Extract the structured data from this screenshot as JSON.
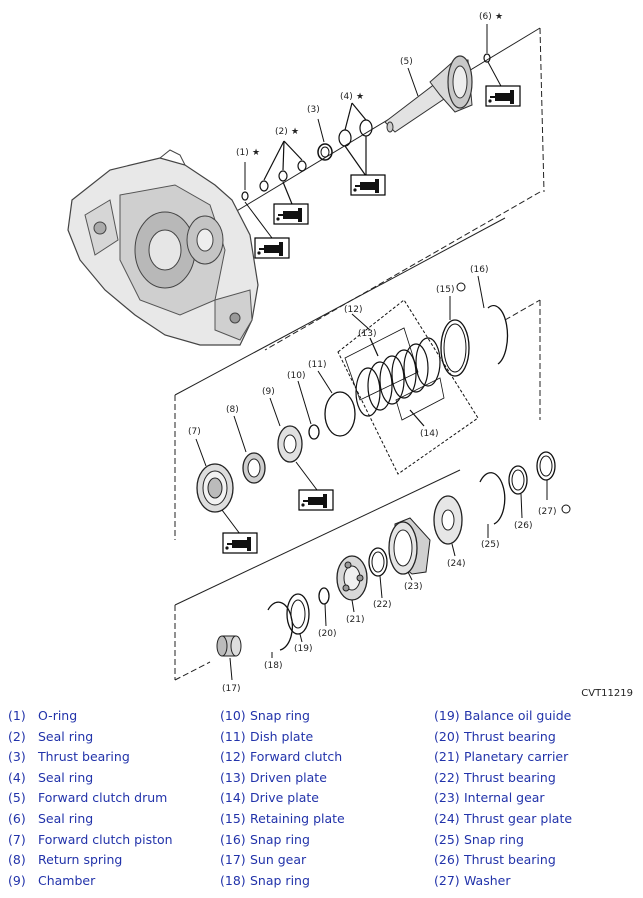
{
  "diagram": {
    "code": "CVT11219",
    "callouts": {
      "c1": "(1)",
      "c2": "(2)",
      "c3": "(3)",
      "c4": "(4)",
      "c5": "(5)",
      "c6": "(6)",
      "c7": "(7)",
      "c8": "(8)",
      "c9": "(9)",
      "c10": "(10)",
      "c11": "(11)",
      "c12": "(12)",
      "c13": "(13)",
      "c14": "(14)",
      "c15": "(15)",
      "c16": "(16)",
      "c17": "(17)",
      "c18": "(18)",
      "c19": "(19)",
      "c20": "(20)",
      "c21": "(21)",
      "c22": "(22)",
      "c23": "(23)",
      "c24": "(24)",
      "c25": "(25)",
      "c26": "(26)",
      "c27": "(27)"
    },
    "star": "★"
  },
  "legend": [
    {
      "num": "(1)",
      "label": "O-ring"
    },
    {
      "num": "(2)",
      "label": "Seal ring"
    },
    {
      "num": "(3)",
      "label": "Thrust bearing"
    },
    {
      "num": "(4)",
      "label": "Seal ring"
    },
    {
      "num": "(5)",
      "label": "Forward clutch drum"
    },
    {
      "num": "(6)",
      "label": "Seal ring"
    },
    {
      "num": "(7)",
      "label": "Forward clutch piston"
    },
    {
      "num": "(8)",
      "label": "Return spring"
    },
    {
      "num": "(9)",
      "label": "Chamber"
    },
    {
      "num": "(10)",
      "label": "Snap ring"
    },
    {
      "num": "(11)",
      "label": "Dish plate"
    },
    {
      "num": "(12)",
      "label": "Forward clutch"
    },
    {
      "num": "(13)",
      "label": "Driven plate"
    },
    {
      "num": "(14)",
      "label": "Drive plate"
    },
    {
      "num": "(15)",
      "label": "Retaining plate"
    },
    {
      "num": "(16)",
      "label": "Snap ring"
    },
    {
      "num": "(17)",
      "label": "Sun gear"
    },
    {
      "num": "(18)",
      "label": "Snap ring"
    },
    {
      "num": "(19)",
      "label": "Balance oil guide"
    },
    {
      "num": "(20)",
      "label": "Thrust bearing"
    },
    {
      "num": "(21)",
      "label": "Planetary carrier"
    },
    {
      "num": "(22)",
      "label": "Thrust bearing"
    },
    {
      "num": "(23)",
      "label": "Internal gear"
    },
    {
      "num": "(24)",
      "label": "Thrust gear plate"
    },
    {
      "num": "(25)",
      "label": "Snap ring"
    },
    {
      "num": "(26)",
      "label": "Thrust bearing"
    },
    {
      "num": "(27)",
      "label": "Washer"
    }
  ]
}
